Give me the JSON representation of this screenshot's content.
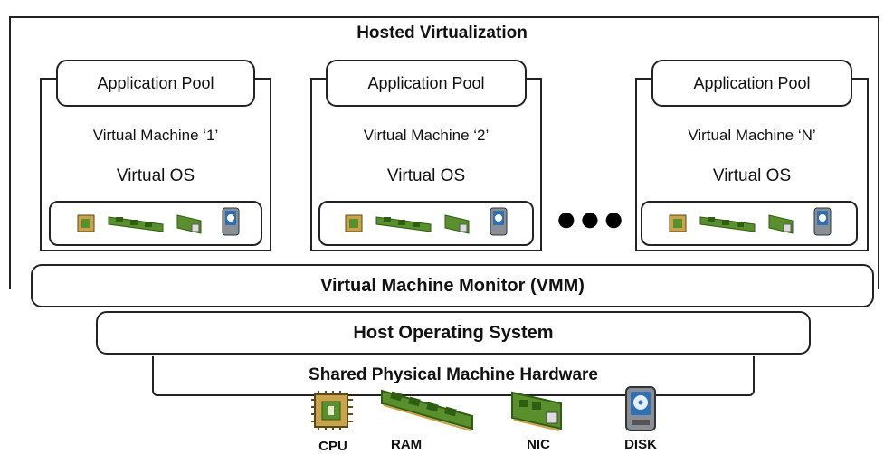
{
  "title": "Hosted Virtualization",
  "vms": [
    {
      "pool": "Application  Pool",
      "machine": "Virtual Machine ‘1’",
      "os": "Virtual OS"
    },
    {
      "pool": "Application  Pool",
      "machine": "Virtual Machine ‘2’",
      "os": "Virtual OS"
    },
    {
      "pool": "Application  Pool",
      "machine": "Virtual Machine ‘N’",
      "os": "Virtual OS"
    }
  ],
  "ellipsis": "●●●",
  "layers": {
    "vmm": "Virtual Machine Monitor (VMM)",
    "host_os": "Host Operating System",
    "hardware": "Shared Physical Machine Hardware"
  },
  "resources": [
    {
      "label": "CPU",
      "icon": "cpu-chip-icon"
    },
    {
      "label": "RAM",
      "icon": "ram-module-icon"
    },
    {
      "label": "NIC",
      "icon": "nic-card-icon"
    },
    {
      "label": "DISK",
      "icon": "disk-drive-icon"
    }
  ],
  "colors": {
    "chip_green": "#5a8f2e",
    "chip_dark": "#2f5e12",
    "chip_gold": "#c9a24a",
    "disk_blue": "#2f6fb3",
    "disk_gray": "#8a8f96"
  }
}
